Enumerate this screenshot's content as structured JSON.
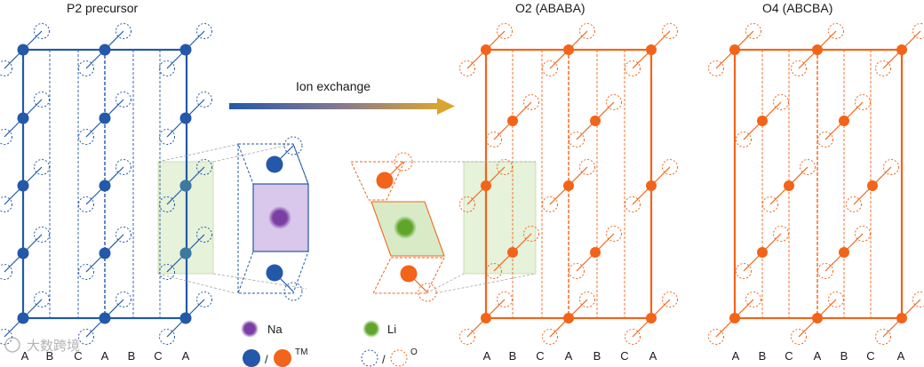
{
  "colors": {
    "blue": "#2458a8",
    "orange": "#f26419",
    "green_fill": "#e6f2d9",
    "purple_fill": "#d9c7ec",
    "na_dot": "#7b3fa3",
    "li_dot": "#5fa42b",
    "gray_line": "#a6a6a6"
  },
  "titles": {
    "p2": "P2 precursor",
    "o2": "O2 (ABABA)",
    "o4": "O4 (ABCBA)"
  },
  "arrow": {
    "label": "Ion exchange"
  },
  "legend": {
    "na": "Na",
    "li": "Li",
    "tm": "TM",
    "o": "O",
    "slash": "/"
  },
  "sequences": {
    "p2": [
      "A",
      "B",
      "C",
      "A",
      "B",
      "C",
      "A"
    ],
    "o2": [
      "A",
      "B",
      "C",
      "A",
      "B",
      "C",
      "A"
    ],
    "o4": [
      "A",
      "B",
      "C",
      "A",
      "B",
      "C",
      "A"
    ]
  },
  "watermark": "大数跨境"
}
